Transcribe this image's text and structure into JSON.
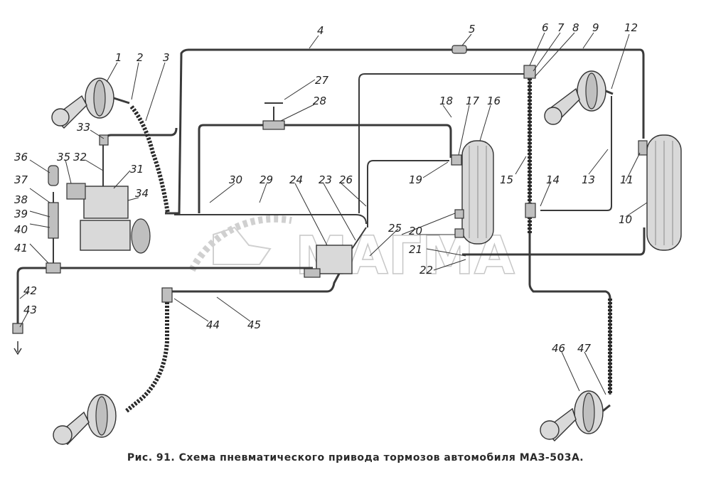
{
  "diagram": {
    "caption": "Рис. 91. Схема пневматического привода тормозов автомобиля МАЗ-503А.",
    "watermark": "МАГМА",
    "labels": [
      "1",
      "2",
      "3",
      "4",
      "5",
      "6",
      "7",
      "8",
      "9",
      "12",
      "27",
      "28",
      "18",
      "17",
      "16",
      "33",
      "32",
      "31",
      "36",
      "35",
      "34",
      "30",
      "29",
      "24",
      "23",
      "26",
      "19",
      "15",
      "14",
      "13",
      "11",
      "10",
      "37",
      "38",
      "39",
      "40",
      "41",
      "25",
      "20",
      "21",
      "22",
      "42",
      "43",
      "44",
      "45",
      "46",
      "47"
    ]
  }
}
